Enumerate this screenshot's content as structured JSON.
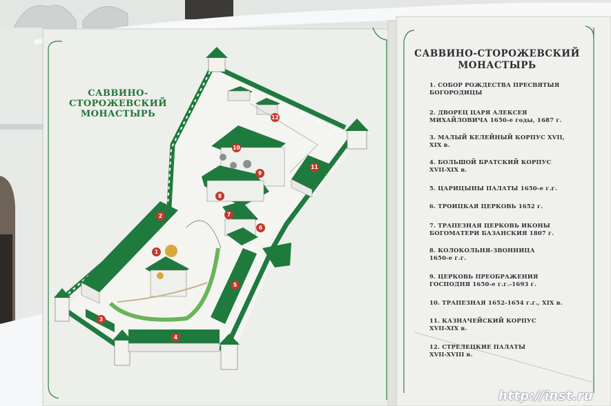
{
  "photo": {
    "map_title": [
      "САВВИНО-",
      "СТОРОЖЕВСКИЙ",
      "МОНАСТЫРЬ"
    ],
    "legend_title": [
      "САВВИНО-СТОРОЖЕВСКИЙ",
      "МОНАСТЫРЬ"
    ],
    "legend": [
      {
        "lines": [
          "1. СОБОР РОЖДЕСТВА ПРЕСВЯТЫЯ",
          "БОГОРОДИЦЫ"
        ]
      },
      {
        "lines": [
          "2. ДВОРЕЦ ЦАРЯ АЛЕКСЕЯ",
          "МИХАЙЛОВИЧА 1650-е годы, 1687 г."
        ]
      },
      {
        "lines": [
          "3. МАЛЫЙ КЕЛЕЙНЫЙ КОРПУС XVII,",
          "XIX в."
        ]
      },
      {
        "lines": [
          "4. БОЛЬШОЙ БРАТСКИЙ КОРПУС",
          "XVII-XIX в."
        ]
      },
      {
        "lines": [
          "5. ЦАРИЦЫНЫ ПАЛАТЫ 1650-е г.г."
        ]
      },
      {
        "lines": [
          "6. ТРОИЦКАЯ ЦЕРКОВЬ 1652 г."
        ]
      },
      {
        "lines": [
          "7. ТРАПЕЗНАЯ ЦЕРКОВЬ ИКОНЫ",
          "БОГОМАТЕРИ БАЗАНСКИЯ 1807 г."
        ]
      },
      {
        "lines": [
          "8. КОЛОКОЛЬНЯ-ЗВОННИЦА",
          "1650-е г.г."
        ]
      },
      {
        "lines": [
          "9. ЦЕРКОВЬ ПРЕОБРАЖЕНИЯ",
          "ГОСПОДНЯ 1650-е г.г.-1693 г."
        ]
      },
      {
        "lines": [
          "10. ТРАПЕЗНАЯ 1652-1654 г.г., XIX в."
        ]
      },
      {
        "lines": [
          "11. КАЗНАЧЕЙСКИЙ КОРПУС",
          "XVII-XIX в."
        ]
      },
      {
        "lines": [
          "12. СТРЕЛЕЦКИЕ ПАЛАТЫ",
          "XVII-XVIII в."
        ]
      }
    ],
    "markers": [
      "1",
      "2",
      "3",
      "4",
      "5",
      "6",
      "7",
      "8",
      "9",
      "10",
      "11",
      "12"
    ],
    "watermark": "http://inst.ru",
    "colors": {
      "wall_green": "#1f7a3e",
      "marker_red": "#c0392b",
      "board": "#eef0ec"
    }
  }
}
